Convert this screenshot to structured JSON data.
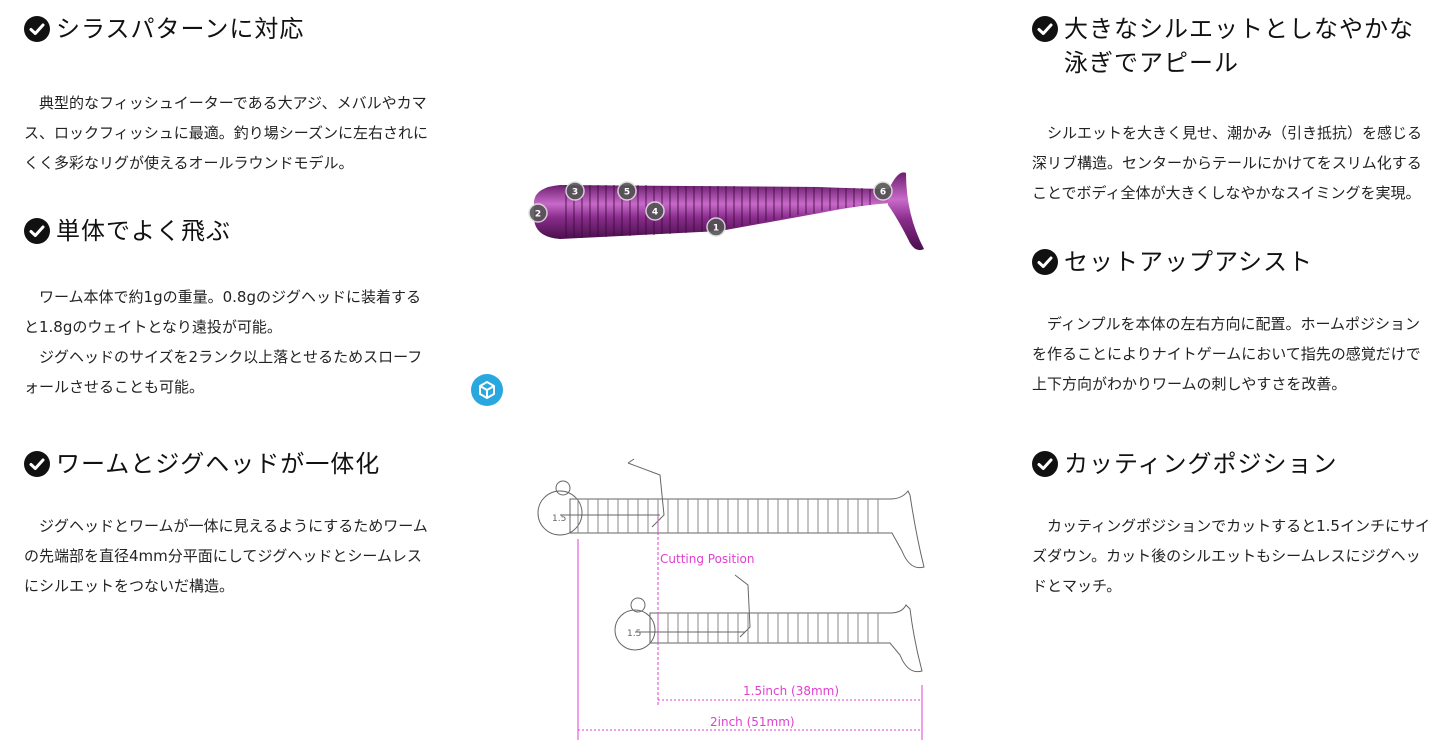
{
  "sections": {
    "shirasu": {
      "title": "シラスパターンに対応",
      "body": [
        "典型的なフィッシュイーターである大アジ、メバルやカマス、ロックフィッシュに最適。釣り場シーズンに左右されにくく多彩なリグが使えるオールラウンドモデル。"
      ]
    },
    "fly": {
      "title": "単体でよく飛ぶ",
      "body": [
        "ワーム本体で約1gの重量。0.8gのジグヘッドに装着すると1.8gのウェイトとなり遠投が可能。",
        "ジグヘッドのサイズを2ランク以上落とせるためスローフォールさせることも可能。"
      ]
    },
    "unify": {
      "title": "ワームとジグヘッドが一体化",
      "body": [
        "ジグヘッドとワームが一体に見えるようにするためワームの先端部を直径4mm分平面にしてジグヘッドとシームレスにシルエットをつないだ構造。"
      ]
    },
    "silhouette": {
      "title": "大きなシルエットとしなやかな泳ぎでアピール",
      "body": [
        "シルエットを大きく見せ、潮かみ（引き抵抗）を感じる深リブ構造。センターからテールにかけてをスリム化することでボディ全体が大きくしなやかなスイミングを実現。"
      ]
    },
    "setup": {
      "title": "セットアップアシスト",
      "body": [
        "ディンプルを本体の左右方向に配置。ホームポジションを作ることによりナイトゲームにおいて指先の感覚だけで上下方向がわかりワームの刺しやすさを改善。"
      ]
    },
    "cutting": {
      "title": "カッティングポジション",
      "body": [
        "カッティングポジションでカットすると1.5インチにサイズダウン。カット後のシルエットもシームレスにジグヘッドとマッチ。"
      ]
    }
  },
  "product_markers": [
    "1",
    "2",
    "3",
    "4",
    "5",
    "6"
  ],
  "diagram": {
    "cutting_label": "Cutting Position",
    "dim_short": "1.5inch (38mm)",
    "dim_long": "2inch (51mm)",
    "head_label_1": "1.5",
    "head_label_2": "1.5"
  },
  "colors": {
    "worm_purple": "#8a2d8c",
    "worm_highlight": "#c86ac9",
    "dimension_magenta": "#e040d0",
    "cube_blue": "#29a8e0",
    "check_black": "#111111"
  },
  "icons": {
    "check": "check-circle-icon",
    "cube": "3d-cube-icon"
  }
}
